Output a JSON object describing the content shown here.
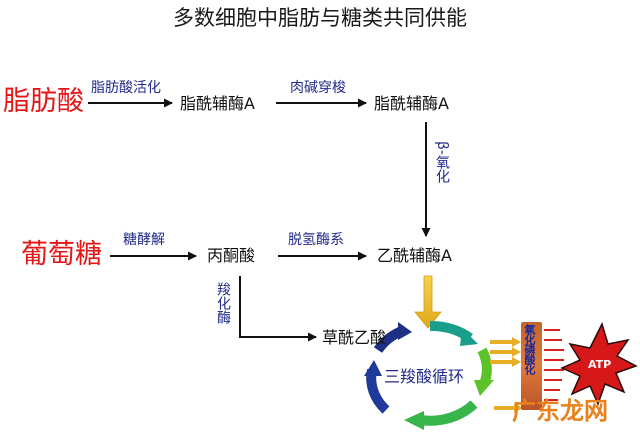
{
  "title": "多数细胞中脂肪与糖类共同供能",
  "sources": {
    "fat": "脂肪酸",
    "sugar": "葡萄糖"
  },
  "nodes": {
    "acyl_coa_1": "脂酰辅酶A",
    "acyl_coa_2": "脂酰辅酶A",
    "acetyl_coa": "乙酰辅酶A",
    "pyruvate": "丙酮酸",
    "oxaloacetate": "草酰乙酸"
  },
  "enzymes": {
    "fa_activation": "脂肪酸活化",
    "carnitine": "肉碱穿梭",
    "beta_ox": "β-氧化",
    "glycolysis": "糖酵解",
    "pdh": "脱氢酶系",
    "carboxylase": "羧化酶"
  },
  "cycle": {
    "label": "三羧酸循环"
  },
  "oxphos": {
    "label": "氧化磷酸化"
  },
  "atp": {
    "label": "ATP"
  },
  "watermark": {
    "text": "广东龙网"
  }
}
